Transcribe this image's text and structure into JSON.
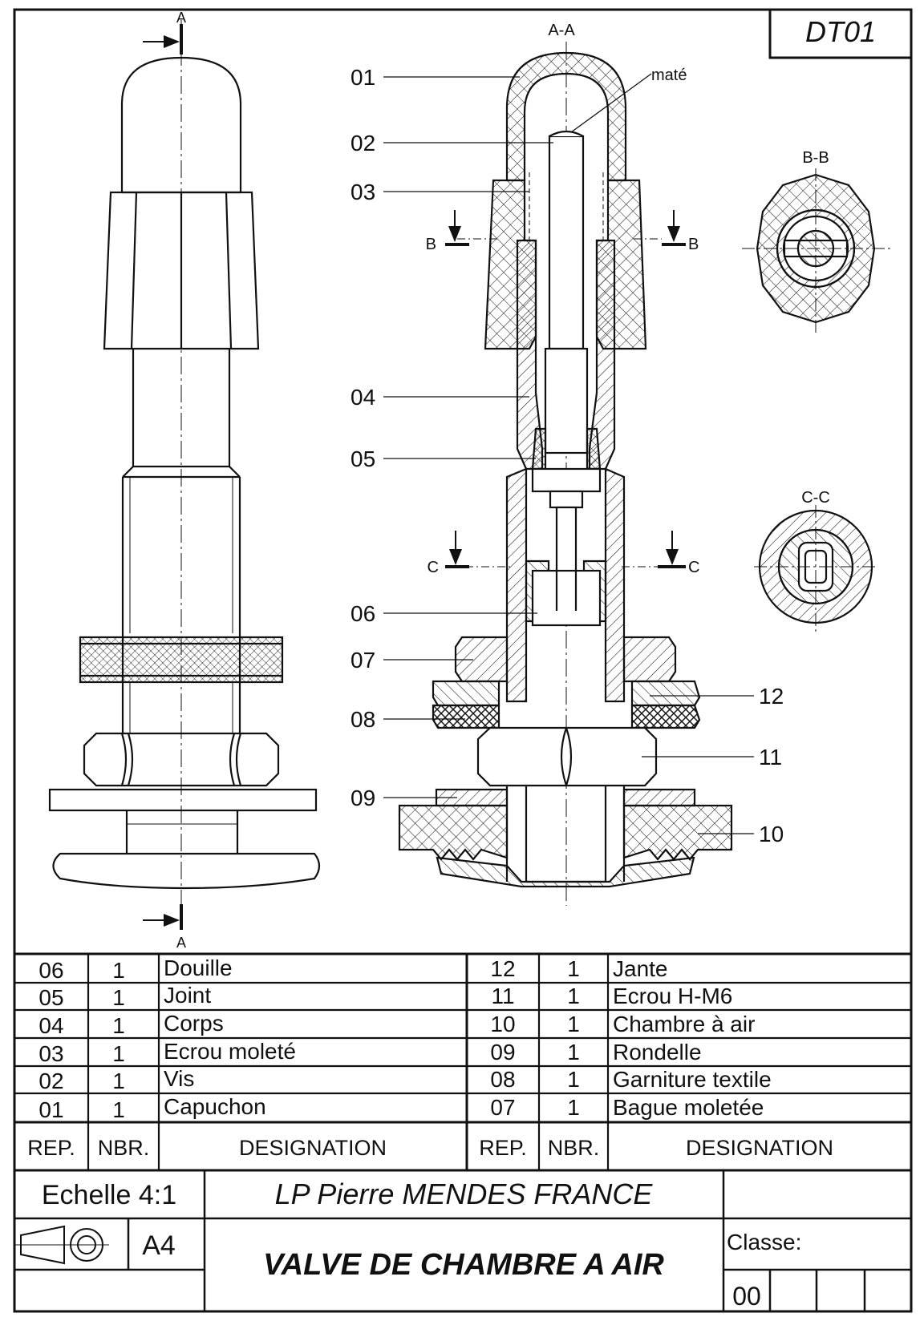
{
  "sheet_id": "DT01",
  "section_marks": {
    "main": "A-A",
    "a_top": "A",
    "a_bottom": "A",
    "b_title": "B-B",
    "b_left": "B",
    "b_right": "B",
    "c_title": "C-C",
    "c_left": "C",
    "c_right": "C"
  },
  "annotation_mate": "maté",
  "callouts": {
    "left": [
      "01",
      "02",
      "03",
      "04",
      "05",
      "06",
      "07",
      "08",
      "09"
    ],
    "right": [
      "12",
      "11",
      "10"
    ]
  },
  "parts_left": [
    {
      "rep": "06",
      "nbr": "1",
      "designation": "Douille"
    },
    {
      "rep": "05",
      "nbr": "1",
      "designation": "Joint"
    },
    {
      "rep": "04",
      "nbr": "1",
      "designation": "Corps"
    },
    {
      "rep": "03",
      "nbr": "1",
      "designation": "Ecrou moleté"
    },
    {
      "rep": "02",
      "nbr": "1",
      "designation": "Vis"
    },
    {
      "rep": "01",
      "nbr": "1",
      "designation": "Capuchon"
    }
  ],
  "parts_right": [
    {
      "rep": "12",
      "nbr": "1",
      "designation": "Jante"
    },
    {
      "rep": "11",
      "nbr": "1",
      "designation": "Ecrou H-M6"
    },
    {
      "rep": "10",
      "nbr": "1",
      "designation": "Chambre à air"
    },
    {
      "rep": "09",
      "nbr": "1",
      "designation": "Rondelle"
    },
    {
      "rep": "08",
      "nbr": "1",
      "designation": "Garniture textile"
    },
    {
      "rep": "07",
      "nbr": "1",
      "designation": "Bague moletée"
    }
  ],
  "header": {
    "rep": "REP.",
    "nbr": "NBR.",
    "designation": "DESIGNATION"
  },
  "title_block": {
    "scale": "Echelle 4:1",
    "school": "LP Pierre MENDES FRANCE",
    "format": "A4",
    "title": "VALVE DE CHAMBRE A AIR",
    "class_label": "Classe:",
    "number": "00"
  },
  "colors": {
    "ink": "#111111",
    "paper": "#ffffff"
  }
}
